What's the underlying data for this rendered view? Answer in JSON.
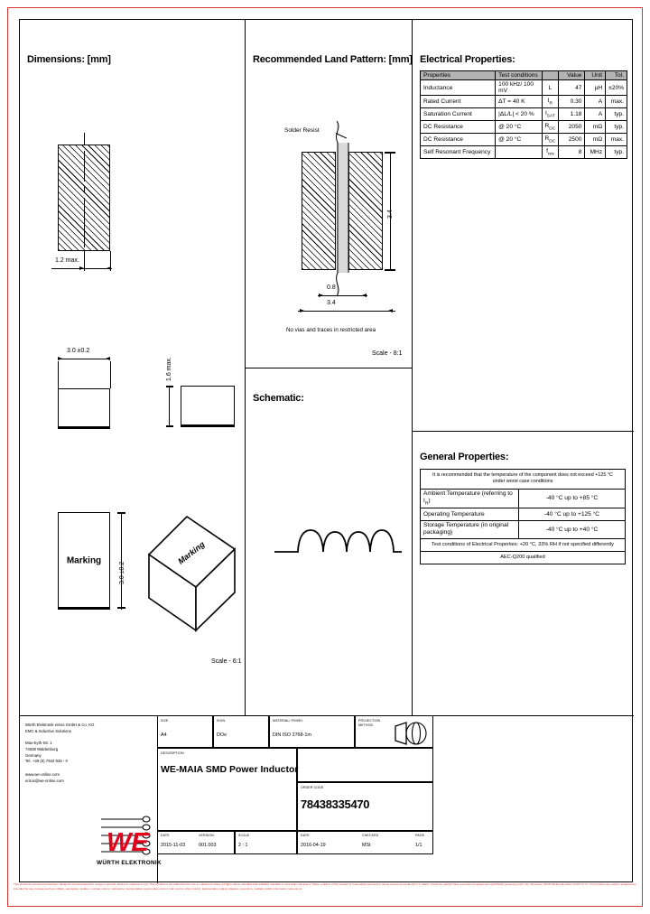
{
  "sections": {
    "dimensions_title": "Dimensions: [mm]",
    "land_pattern_title": "Recommended Land Pattern: [mm]",
    "electrical_title": "Electrical Properties:",
    "schematic_title": "Schematic:",
    "general_title": "General Properties:"
  },
  "dimensions": {
    "width_max": "1.2 max.",
    "body_width": "3.0 ±0.2",
    "height_max": "1.6 max.",
    "body_length": "3.0 ±0.2",
    "marking_label": "Marking",
    "marking_label_iso": "Marking",
    "scale": "Scale - 6:1"
  },
  "land_pattern": {
    "solder_resist": "Solder Resist",
    "pad_height": "3.4",
    "gap": "0.8",
    "total_width": "3.4",
    "note": "No vias and traces in restricted area",
    "scale": "Scale - 8:1"
  },
  "electrical": {
    "headers": [
      "Properties",
      "Test conditions",
      "",
      "Value",
      "Unit",
      "Tol."
    ],
    "rows": [
      {
        "property": "Inductance",
        "test": "100 kHz/ 100 mV",
        "symbol": "L",
        "symbol_sub": "",
        "value": "47",
        "unit": "µH",
        "tol": "±20%"
      },
      {
        "property": "Rated Current",
        "test": "ΔT = 40 K",
        "symbol": "I",
        "symbol_sub": "R",
        "value": "0.30",
        "unit": "A",
        "tol": "max."
      },
      {
        "property": "Saturation Current",
        "test": "|ΔL/L| < 20 %",
        "symbol": "I",
        "symbol_sub": "SAT",
        "value": "1.18",
        "unit": "A",
        "tol": "typ."
      },
      {
        "property": "DC Resistance",
        "test": "@ 20 °C",
        "symbol": "R",
        "symbol_sub": "DC",
        "value": "2050",
        "unit": "mΩ",
        "tol": "typ."
      },
      {
        "property": "DC Resistance",
        "test": "@ 20 °C",
        "symbol": "R",
        "symbol_sub": "DC",
        "value": "2500",
        "unit": "mΩ",
        "tol": "max."
      },
      {
        "property": "Self Resonant Frequency",
        "test": "",
        "symbol": "f",
        "symbol_sub": "res",
        "value": "8",
        "unit": "MHz",
        "tol": "typ."
      }
    ]
  },
  "general": {
    "note": "It is recommended that the temperature of the component does not exceed +125 °C under worst case conditions",
    "rows": [
      {
        "label": "Ambient Temperature (referring to I_R)",
        "value": "-40 °C  up to +85 °C"
      },
      {
        "label": "Operating Temperature",
        "value": "-40 °C up to +125 °C"
      },
      {
        "label": "Storage Temperature (in original packaging)",
        "value": "-40 °C  up to +40 °C"
      }
    ],
    "footer1": "Test conditions of Electrical Properties: +20 °C, 33% RH if not specified differently",
    "footer2": "AEC-Q200 qualified"
  },
  "title_block": {
    "company_line1": "Würth Elektronik eiSos GmbH & Co. KG",
    "company_line2": "EMC & Inductive Solutions",
    "addr1": "Max-Eyth-Str. 1",
    "addr2": "74638 Waldenburg",
    "addr3": "Germany",
    "addr4": "Tel. +49 (0) 7942 945 - 0",
    "web": "www.we-online.com",
    "email": "eiSos@we-online.com",
    "brand": "WÜRTH ELEKTRONIK",
    "fields": {
      "size_label": "SIZE",
      "size_value": "A4",
      "sign_label": "SIGN",
      "sign_value": "DOe",
      "material_label": "MATERIAL/ FINISH",
      "material_value": "DIN ISO 2768-1m",
      "projection_label": "PROJECTION METHOD",
      "description_label": "DESCRIPTION",
      "description_value": "WE-MAIA SMD Power Inductor",
      "order_code_label": "ORDER CODE",
      "order_code_value": "78438335470",
      "date_label": "DATE",
      "date_value": "2015-11-03",
      "version_label": "VERSION",
      "version_value": "001.003",
      "scale_label": "SCALE",
      "scale_value": "2 : 1",
      "date2_label": "DATE",
      "date2_value": "2016-04-19",
      "version2_label": "CHECKED",
      "version2_value": "MSt",
      "page_label": "PAGE",
      "page_value": "1/1"
    }
  },
  "disclaimer": "This electronic component has been designed and developed for usage in general electronic equipment only. This product is not authorized for use in equipment where a higher safety standard and reliability standard is especially required or where a failure of the product is reasonably expected to cause severe personal injury or death, unless the parties have executed an agreement specifically governing such use. Moreover, Würth Elektronik eiSos GmbH & Co. KG products are neither designed nor intended for use in areas such as military, aerospace, aviation, nuclear control, submarine, transportation (automotive control, train control, ship control), transportation signal, disaster prevention, medical, public information network etc."
}
